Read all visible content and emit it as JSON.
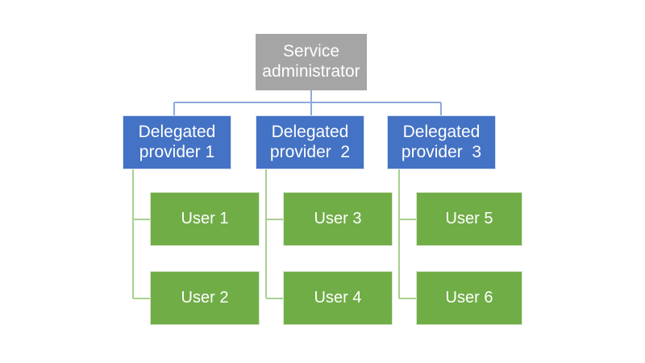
{
  "diagram": {
    "type": "org-chart",
    "background_color": "#FFFFFF",
    "colors": {
      "root": "#A5A5A5",
      "provider": "#4472C4",
      "user": "#70AD47",
      "root_connector": "#8EAADB",
      "user_connector": "#A9D08E",
      "text": "#FFFFFF"
    },
    "root": {
      "label": "Service\nadministrator",
      "line1": "Service",
      "line2": "administrator"
    },
    "providers": [
      {
        "label": "Delegated\nprovider 1",
        "line1": "Delegated",
        "line2": "provider 1"
      },
      {
        "label": "Delegated\nprovider  2",
        "line1": "Delegated",
        "line2": "provider  2"
      },
      {
        "label": "Delegated\nprovider  3",
        "line1": "Delegated",
        "line2": "provider  3"
      }
    ],
    "users": [
      {
        "label": "User 1",
        "provider_index": 0,
        "row": 0
      },
      {
        "label": "User 2",
        "provider_index": 0,
        "row": 1
      },
      {
        "label": "User 3",
        "provider_index": 1,
        "row": 0
      },
      {
        "label": "User 4",
        "provider_index": 1,
        "row": 1
      },
      {
        "label": "User 5",
        "provider_index": 2,
        "row": 0
      },
      {
        "label": "User 6",
        "provider_index": 2,
        "row": 1
      }
    ]
  }
}
